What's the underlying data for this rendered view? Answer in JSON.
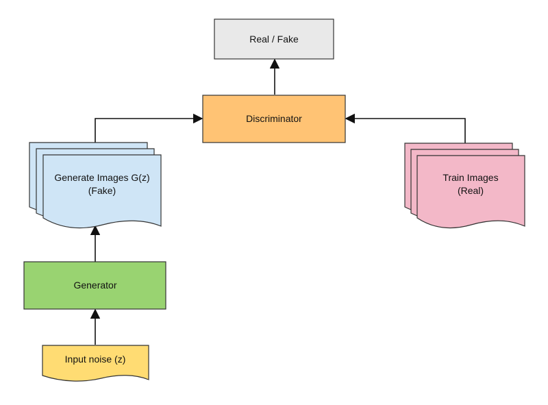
{
  "nodes": {
    "real_fake": {
      "label": "Real / Fake",
      "color": "#e9e9e9"
    },
    "discriminator": {
      "label": "Discriminator",
      "color": "#ffc374"
    },
    "generated_images": {
      "line1": "Generate Images G(z)",
      "line2": "(Fake)",
      "color": "#cfe5f6"
    },
    "train_images": {
      "line1": "Train Images",
      "line2": "(Real)",
      "color": "#f3b8c8"
    },
    "generator": {
      "label": "Generator",
      "color": "#99d371"
    },
    "input_noise": {
      "label": "Input noise (z)",
      "color": "#ffdc73"
    }
  },
  "edges": [
    {
      "from": "Input noise (z)",
      "to": "Generator"
    },
    {
      "from": "Generator",
      "to": "Generate Images G(z)"
    },
    {
      "from": "Generate Images G(z)",
      "to": "Discriminator"
    },
    {
      "from": "Train Images",
      "to": "Discriminator"
    },
    {
      "from": "Discriminator",
      "to": "Real / Fake"
    }
  ]
}
